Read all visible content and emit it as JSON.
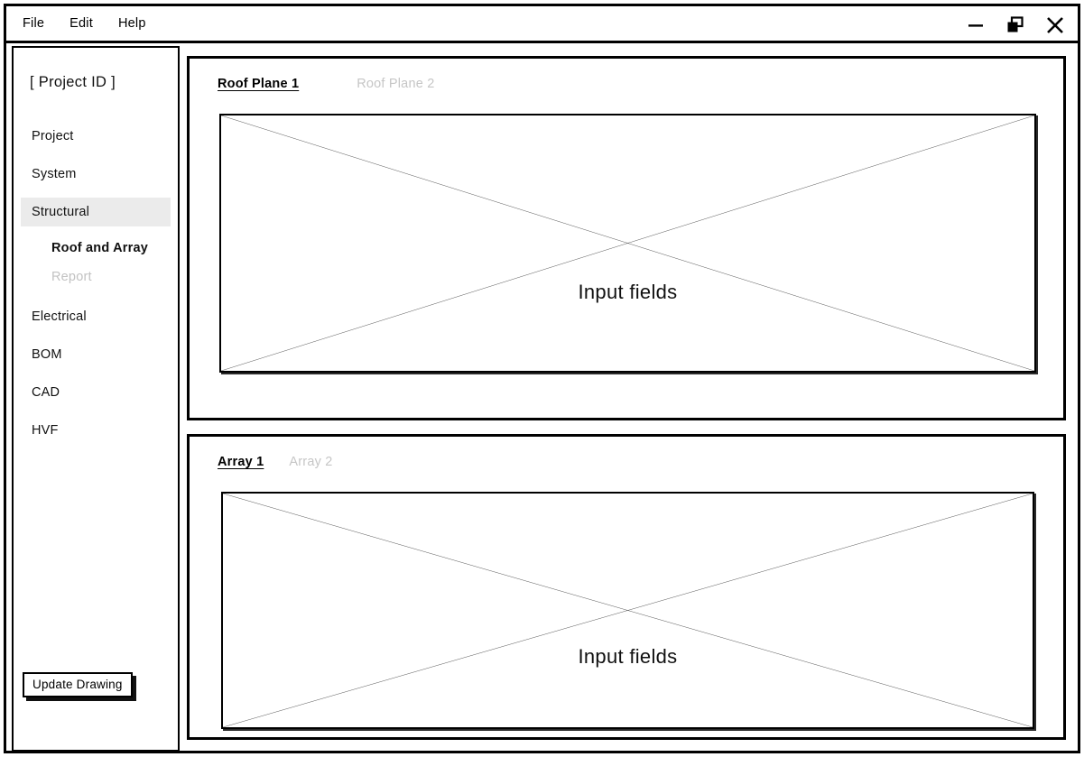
{
  "window": {
    "menu": [
      {
        "label": "File",
        "name": "menu-file"
      },
      {
        "label": "Edit",
        "name": "menu-edit"
      },
      {
        "label": "Help",
        "name": "menu-help"
      }
    ],
    "controls": {
      "minimize": "minimize-icon",
      "restore": "restore-icon",
      "close": "close-icon"
    }
  },
  "sidebar": {
    "project_id": "[ Project ID ]",
    "items": [
      {
        "label": "Project",
        "state": "normal"
      },
      {
        "label": "System",
        "state": "normal"
      },
      {
        "label": "Structural",
        "state": "active"
      },
      {
        "label": "Roof and Array",
        "state": "sub-selected"
      },
      {
        "label": "Report",
        "state": "sub-disabled"
      },
      {
        "label": "Electrical",
        "state": "normal"
      },
      {
        "label": "BOM",
        "state": "normal"
      },
      {
        "label": "CAD",
        "state": "normal"
      },
      {
        "label": "HVF",
        "state": "normal"
      }
    ],
    "update_button": "Update Drawing"
  },
  "main": {
    "panels": [
      {
        "name": "roof-plane-panel",
        "tabs": [
          {
            "label": "Roof Plane 1",
            "state": "active"
          },
          {
            "label": "Roof Plane 2",
            "state": "inactive"
          }
        ],
        "placeholder_label": "Input fields"
      },
      {
        "name": "array-panel",
        "tabs": [
          {
            "label": "Array 1",
            "state": "active"
          },
          {
            "label": "Array 2",
            "state": "inactive"
          }
        ],
        "placeholder_label": "Input fields"
      }
    ]
  },
  "colors": {
    "border": "#000000",
    "active_nav_bg": "#ebebeb",
    "disabled_text": "#c2c2c2",
    "inactive_tab_text": "#c6c6c6",
    "cross_line": "#444444"
  }
}
